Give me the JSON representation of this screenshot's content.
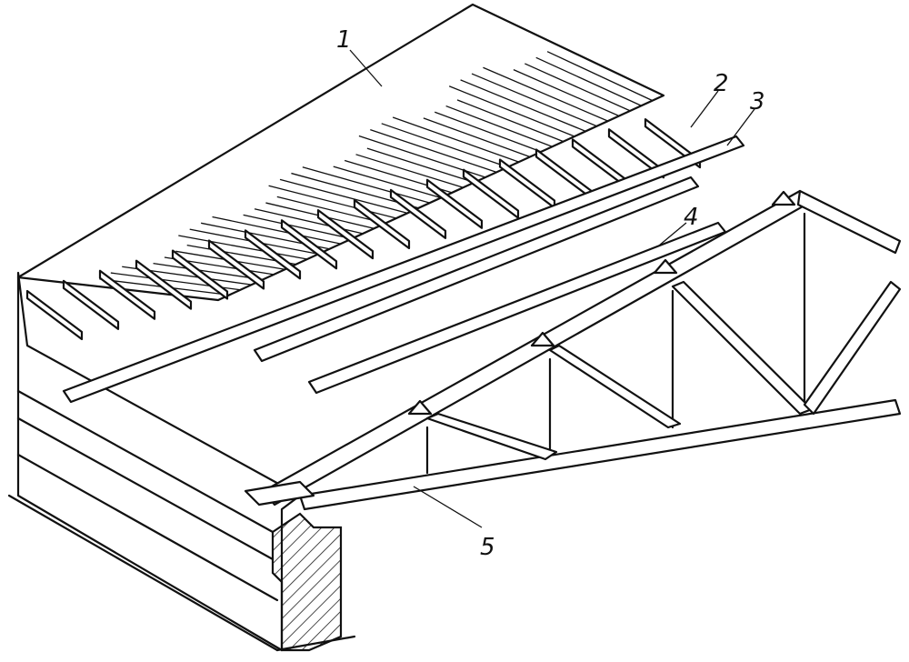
{
  "diagram": {
    "type": "roof truss structure isometric drawing",
    "labels": [
      "1",
      "2",
      "3",
      "4",
      "5"
    ]
  }
}
